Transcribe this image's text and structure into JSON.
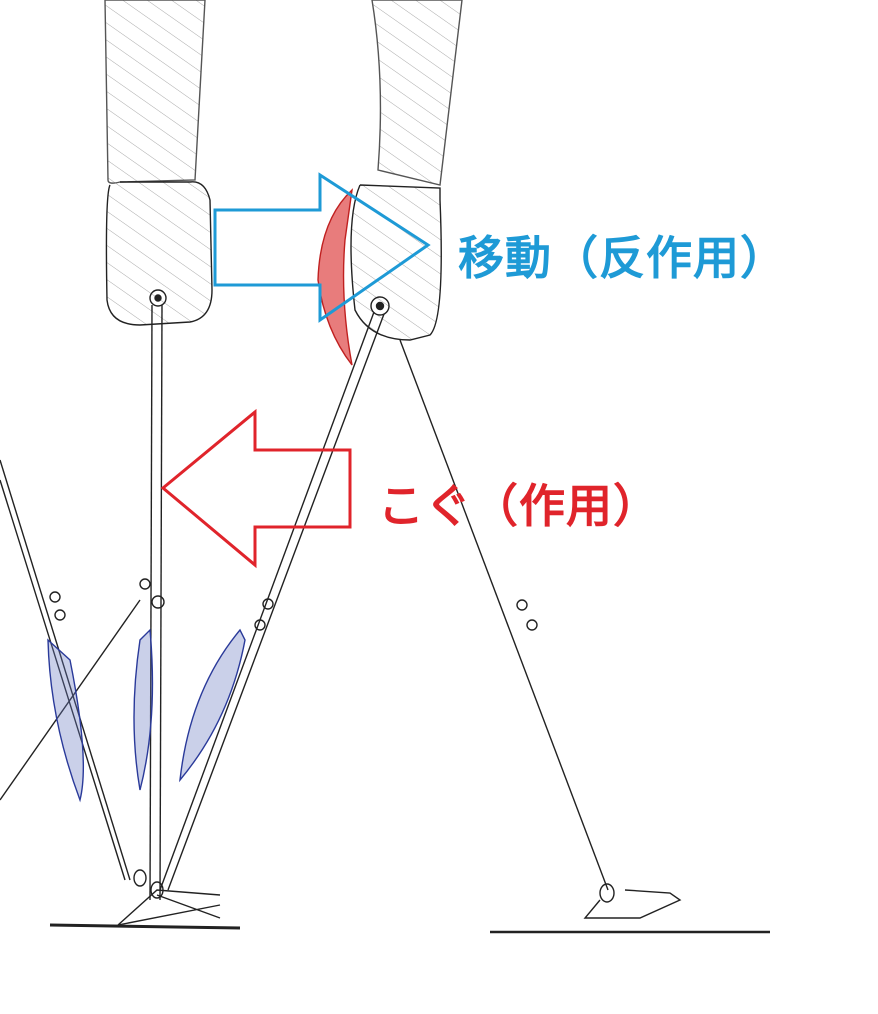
{
  "labels": {
    "movement": "移動（反作用）",
    "rowing": "こぐ（作用）"
  },
  "colors": {
    "movement": "#1e9ad6",
    "rowing": "#e0242b",
    "muscle_red": "#d42a2a",
    "muscle_blue": "#2a3a9a",
    "line": "#222222",
    "hatch": "#9a9a9a"
  },
  "arrows": {
    "movement_direction": "right",
    "rowing_direction": "left"
  }
}
